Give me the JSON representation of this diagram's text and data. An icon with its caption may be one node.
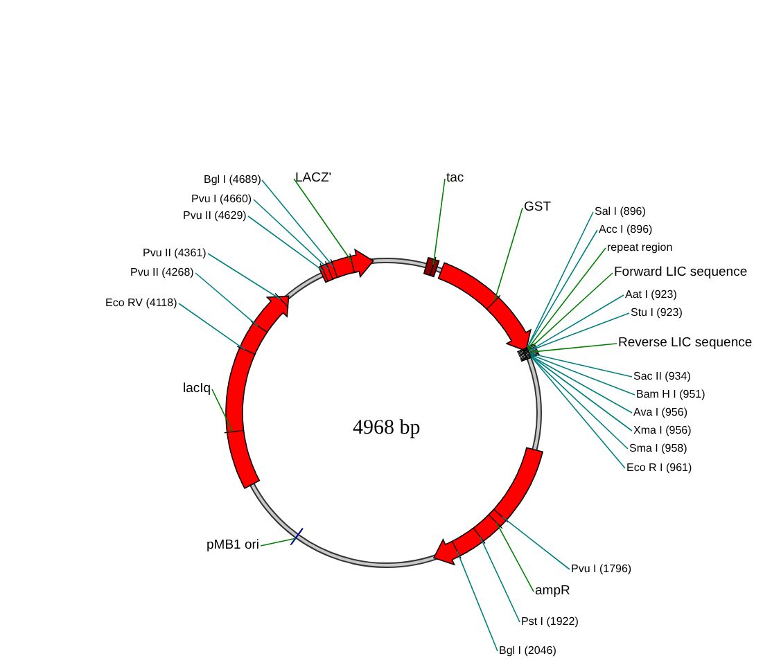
{
  "diagram": {
    "nodes": [
      {
        "text": [
          "LACZ'"
        ]
      },
      {
        "text": [
          "Bgl I (4689)"
        ]
      },
      {
        "text": [
          "tac"
        ]
      },
      {
        "text": [
          "Pvu I (4660)"
        ]
      },
      {
        "text": [
          "GST"
        ]
      },
      {
        "text": [
          "Sal I (896)"
        ]
      },
      {
        "text": [
          "Pvu II (4629)"
        ]
      },
      {
        "text": [
          "Acc I (896)"
        ]
      },
      {
        "text": [
          "repeat region"
        ]
      },
      {
        "text": [
          "Pvu II (4361)"
        ]
      },
      {
        "text": [
          "Forward LIC sequence"
        ]
      },
      {
        "text": [
          "Pvu II (4268)"
        ]
      },
      {
        "text": [
          "Aat I (923)"
        ]
      },
      {
        "text": [
          "Eco RV (4118)"
        ]
      },
      {
        "text": [
          "Stu I (923)"
        ]
      },
      {
        "text": [
          "Reverse LIC sequence"
        ]
      },
      {
        "text": [
          "Sac II (934)"
        ]
      },
      {
        "text": [
          "lacIq"
        ]
      },
      {
        "text": [
          "Bam H I (951)"
        ]
      },
      {
        "text": [
          "Ava I (956)"
        ]
      },
      {
        "text": [
          "Xma I (956)"
        ]
      },
      {
        "text": [
          "Sma I (958)"
        ]
      },
      {
        "text": [
          "Eco R I (961)"
        ]
      },
      {
        "text": [
          "pMB1 ori"
        ]
      },
      {
        "text": [
          "Pvu I (1796)"
        ]
      },
      {
        "text": [
          "ampR"
        ]
      },
      {
        "text": [
          "Pst I (1922)"
        ]
      },
      {
        "text": [
          "Bgl I (2046)"
        ]
      }
    ],
    "edges": [
      {
        "from": 0,
        "to": null,
        "arrow": "none",
        "color": "#008000"
      },
      {
        "from": 1,
        "to": null,
        "arrow": "none"
      },
      {
        "from": 2,
        "to": null,
        "arrow": "none",
        "color": "#008000"
      },
      {
        "from": 3,
        "to": null,
        "arrow": "none"
      },
      {
        "from": 4,
        "to": null,
        "arrow": "none",
        "color": "#008000"
      },
      {
        "from": 5,
        "to": null,
        "arrow": "none"
      },
      {
        "from": 6,
        "to": null,
        "arrow": "none"
      },
      {
        "from": 7,
        "to": null,
        "arrow": "none"
      },
      {
        "from": 8,
        "to": null,
        "arrow": "none",
        "color": "#008000"
      },
      {
        "from": 9,
        "to": null,
        "arrow": "none"
      },
      {
        "from": 10,
        "to": null,
        "arrow": "none",
        "color": "#008000"
      },
      {
        "from": 11,
        "to": null,
        "arrow": "none"
      },
      {
        "from": 12,
        "to": null,
        "arrow": "none"
      },
      {
        "from": 13,
        "to": null,
        "arrow": "none"
      },
      {
        "from": 14,
        "to": null,
        "arrow": "none"
      },
      {
        "from": 15,
        "to": null,
        "arrow": "none",
        "color": "#008000"
      },
      {
        "from": 16,
        "to": null,
        "arrow": "none"
      },
      {
        "from": 17,
        "to": null,
        "arrow": "none",
        "color": "#008000"
      },
      {
        "from": 18,
        "to": null,
        "arrow": "none"
      },
      {
        "from": 19,
        "to": null,
        "arrow": "none"
      },
      {
        "from": 20,
        "to": null,
        "arrow": "none"
      },
      {
        "from": 21,
        "to": null,
        "arrow": "none"
      },
      {
        "from": 22,
        "to": null,
        "arrow": "none"
      },
      {
        "from": 23,
        "to": null,
        "arrow": "none",
        "color": "#008000"
      },
      {
        "from": 24,
        "to": null,
        "arrow": "none"
      },
      {
        "from": 25,
        "to": null,
        "arrow": "none",
        "color": "#008000"
      },
      {
        "from": 26,
        "to": null,
        "arrow": "none"
      },
      {
        "from": 27,
        "to": null,
        "arrow": "none"
      }
    ],
    "labels": [
      "4968 bp"
    ]
  }
}
